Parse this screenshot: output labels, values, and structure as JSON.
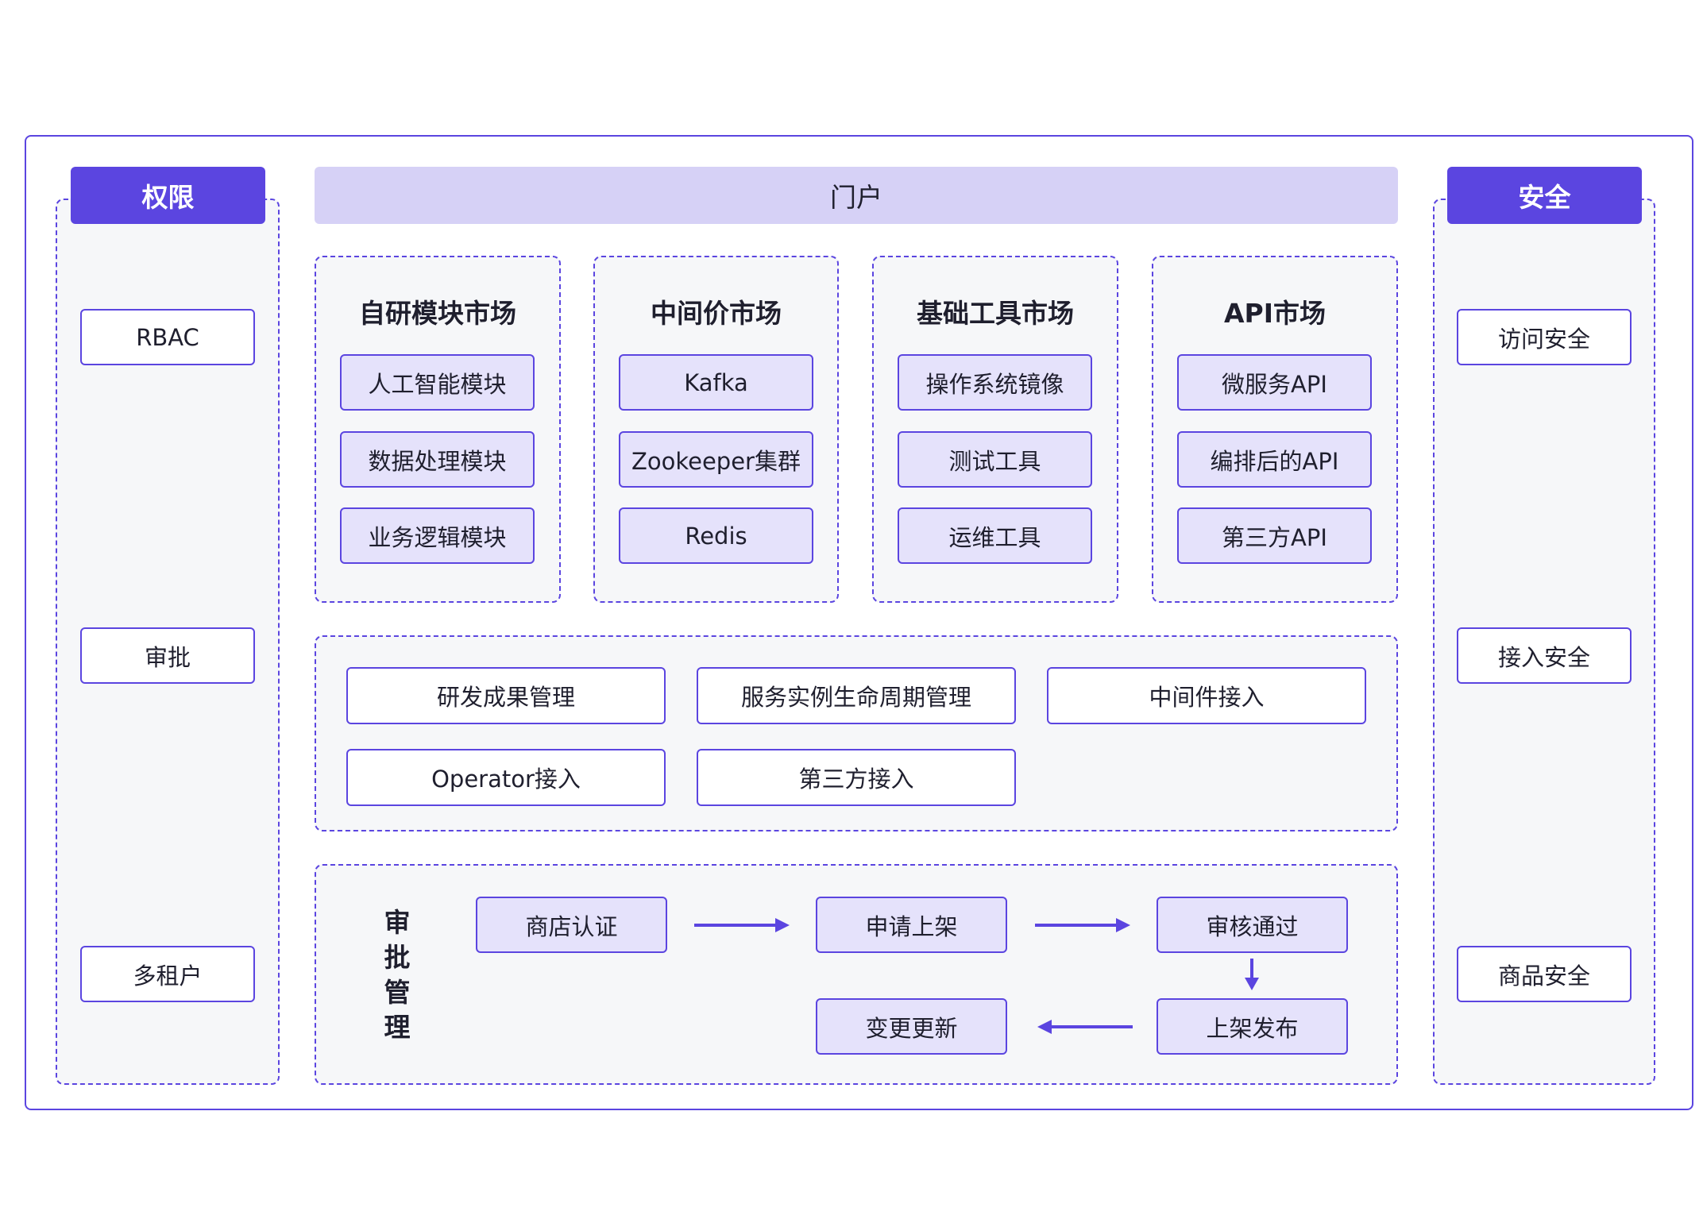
{
  "left_panel": {
    "header": "权限",
    "items": [
      "RBAC",
      "审批",
      "多租户"
    ]
  },
  "right_panel": {
    "header": "安全",
    "items": [
      "访问安全",
      "接入安全",
      "商品安全"
    ]
  },
  "portal": {
    "label": "门户"
  },
  "markets": [
    {
      "title": "自研模块市场",
      "items": [
        "人工智能模块",
        "数据处理模块",
        "业务逻辑模块"
      ]
    },
    {
      "title": "中间价市场",
      "items": [
        "Kafka",
        "Zookeeper集群",
        "Redis"
      ]
    },
    {
      "title": "基础工具市场",
      "items": [
        "操作系统镜像",
        "测试工具",
        "运维工具"
      ]
    },
    {
      "title": "API市场",
      "items": [
        "微服务API",
        "编排后的API",
        "第三方API"
      ]
    }
  ],
  "management": {
    "items": [
      "研发成果管理",
      "服务实例生命周期管理",
      "中间件接入",
      "Operator接入",
      "第三方接入"
    ]
  },
  "approval": {
    "title_chars": [
      "审",
      "批",
      "管",
      "理"
    ],
    "steps": [
      "商店认证",
      "申请上架",
      "审核通过",
      "上架发布",
      "变更更新"
    ]
  },
  "colors": {
    "accent": "#5b45e0",
    "portal_bg": "#d6d1f6",
    "box_bg": "#e5e2fb",
    "panel_bg": "#f6f7f9"
  }
}
